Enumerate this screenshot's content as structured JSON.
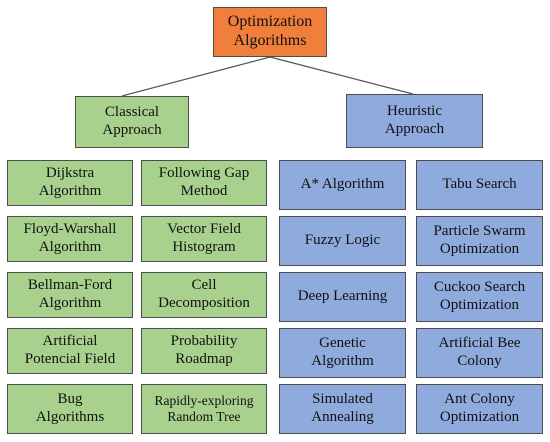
{
  "root": {
    "label": "Optimization\nAlgorithms"
  },
  "categories": {
    "classical": {
      "label": "Classical\nApproach"
    },
    "heuristic": {
      "label": "Heuristic\nApproach"
    }
  },
  "classical": {
    "left": [
      "Dijkstra\nAlgorithm",
      "Floyd-Warshall\nAlgorithm",
      "Bellman-Ford\nAlgorithm",
      "Artificial\nPotencial Field",
      "Bug\nAlgorithms"
    ],
    "right": [
      "Following Gap\nMethod",
      "Vector Field\nHistogram",
      "Cell\nDecomposition",
      "Probability\nRoadmap",
      "Rapidly-exploring\nRandom Tree"
    ]
  },
  "heuristic": {
    "left": [
      "A* Algorithm",
      "Fuzzy Logic",
      "Deep Learning",
      "Genetic\nAlgorithm",
      "Simulated\nAnnealing"
    ],
    "right": [
      "Tabu Search",
      "Particle Swarm\nOptimization",
      "Cuckoo Search\nOptimization",
      "Artificial Bee\nColony",
      "Ant Colony\nOptimization"
    ]
  },
  "colors": {
    "root": "#f07f3c",
    "classical": "#a9d18e",
    "heuristic": "#8faadc",
    "border": "#4d4d4d"
  }
}
